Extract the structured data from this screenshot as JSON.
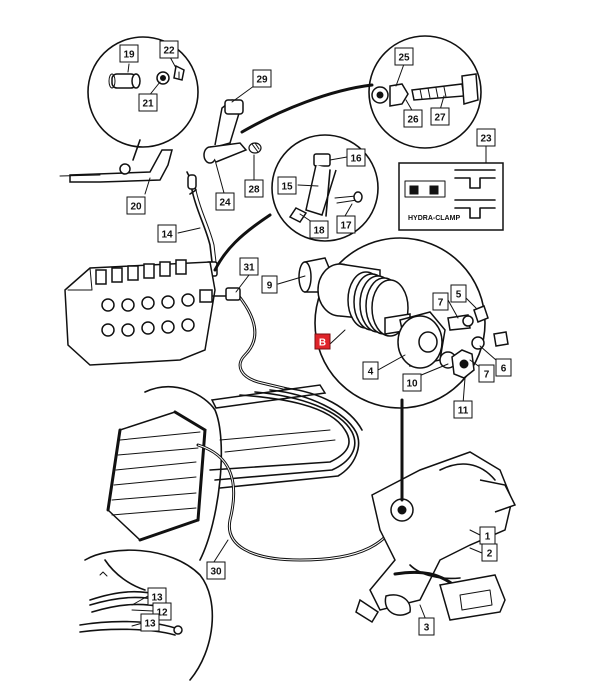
{
  "diagram": {
    "decal": {
      "text": "HYDRA-CLAMP"
    },
    "callouts": [
      {
        "id": "19",
        "text": "19"
      },
      {
        "id": "22",
        "text": "22"
      },
      {
        "id": "21",
        "text": "21"
      },
      {
        "id": "29",
        "text": "29"
      },
      {
        "id": "25",
        "text": "25"
      },
      {
        "id": "26",
        "text": "26"
      },
      {
        "id": "27",
        "text": "27"
      },
      {
        "id": "23",
        "text": "23"
      },
      {
        "id": "16",
        "text": "16"
      },
      {
        "id": "15",
        "text": "15"
      },
      {
        "id": "18",
        "text": "18"
      },
      {
        "id": "17",
        "text": "17"
      },
      {
        "id": "28",
        "text": "28"
      },
      {
        "id": "24",
        "text": "24"
      },
      {
        "id": "20",
        "text": "20"
      },
      {
        "id": "14",
        "text": "14"
      },
      {
        "id": "31",
        "text": "31"
      },
      {
        "id": "9",
        "text": "9"
      },
      {
        "id": "7a",
        "text": "7"
      },
      {
        "id": "5",
        "text": "5"
      },
      {
        "id": "B",
        "text": "B"
      },
      {
        "id": "6",
        "text": "6"
      },
      {
        "id": "7b",
        "text": "7"
      },
      {
        "id": "4",
        "text": "4"
      },
      {
        "id": "10",
        "text": "10"
      },
      {
        "id": "11",
        "text": "11"
      },
      {
        "id": "1",
        "text": "1"
      },
      {
        "id": "2",
        "text": "2"
      },
      {
        "id": "30",
        "text": "30"
      },
      {
        "id": "13a",
        "text": "13"
      },
      {
        "id": "12",
        "text": "12"
      },
      {
        "id": "13b",
        "text": "13"
      },
      {
        "id": "3",
        "text": "3"
      }
    ]
  }
}
